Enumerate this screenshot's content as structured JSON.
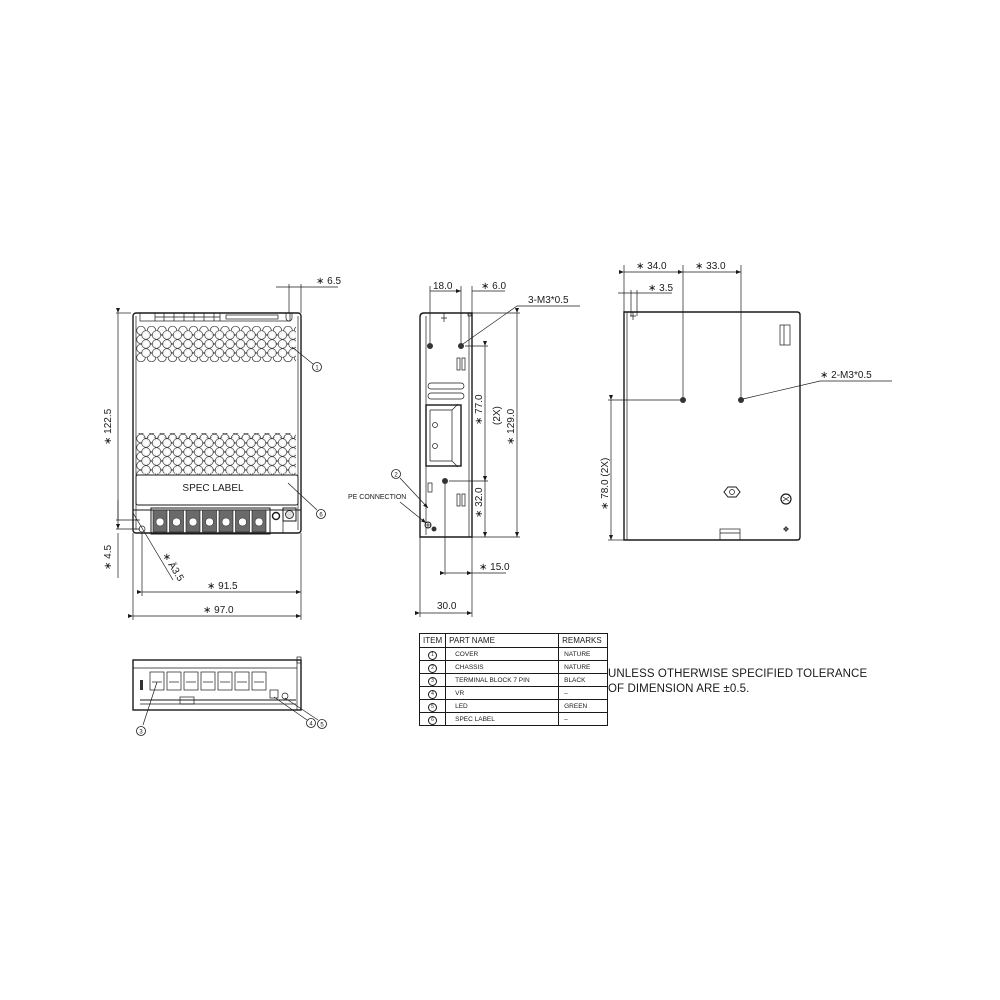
{
  "front_view": {
    "dims": {
      "top_right": "∗ 6.5",
      "height": "∗ 122.5",
      "bottom_left": "∗ 4.5",
      "hole_dia": "∗ Ä3.5",
      "inner_width": "∗ 91.5",
      "overall_width": "∗ 97.0"
    },
    "spec_label": "SPEC LABEL",
    "terminal_count": 7,
    "callouts": [
      "1",
      "6"
    ]
  },
  "side_view": {
    "dims": {
      "top_left": "18.0",
      "top_right": "∗ 6.0",
      "screw_note": "3-M3*0.5",
      "upper_height": "∗ 77.0",
      "upper_height_qty": "(2X)",
      "overall_height": "∗ 129.0",
      "lower_height": "∗ 32.0",
      "hole_offset": "∗ 15.0",
      "depth": "30.0"
    },
    "pe_label": "PE CONNECTION",
    "callouts": [
      "2"
    ]
  },
  "rear_view": {
    "dims": {
      "top_left": "∗ 34.0",
      "top_right": "∗ 33.0",
      "slot": "∗ 3.5",
      "screw_note": "∗  2-M3*0.5",
      "hole_height": "∗ 78.0 (2X)"
    }
  },
  "bottom_view": {
    "callouts": [
      "3",
      "4",
      "5"
    ]
  },
  "parts_table": {
    "headers": [
      "ITEM",
      "PART NAME",
      "REMARKS"
    ],
    "rows": [
      {
        "item": "1",
        "part": "COVER",
        "remarks": "NATURE"
      },
      {
        "item": "2",
        "part": "CHASSIS",
        "remarks": "NATURE"
      },
      {
        "item": "3",
        "part": "TERMINAL BLOCK 7 PIN",
        "remarks": "BLACK"
      },
      {
        "item": "4",
        "part": "VR",
        "remarks": "–"
      },
      {
        "item": "5",
        "part": "LED",
        "remarks": "GREEN"
      },
      {
        "item": "6",
        "part": "SPEC LABEL",
        "remarks": "–"
      }
    ]
  },
  "note": {
    "line1": "UNLESS OTHERWISE SPECIFIED TOLERANCE",
    "line2": "OF DIMENSION ARE ±0.5."
  }
}
